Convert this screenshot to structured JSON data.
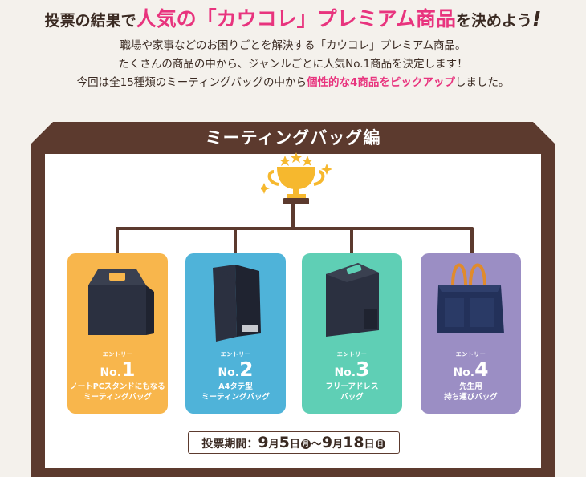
{
  "headline": {
    "part1": "投票の結果で",
    "highlight": "人気の「カウコレ」プレミアム商品",
    "part2": "を決めよう",
    "exclaim": "!"
  },
  "intro": {
    "line1": "職場や家事などのお困りごとを解決する「カウコレ」プレミアム商品。",
    "line2": "たくさんの商品の中から、ジャンルごとに人気No.1商品を決定します！",
    "line3_pre": "今回は全15種類のミーティングバッグの中から",
    "line3_highlight": "個性的な4商品をピックアップ",
    "line3_post": "しました。"
  },
  "section": {
    "title": "ミーティングバッグ編"
  },
  "icons": {
    "trophy": "trophy-icon"
  },
  "colors": {
    "brand_brown": "#5c3a2e",
    "accent_pink": "#e8347e",
    "card1": "#f8b64c",
    "card2": "#4fb3d9",
    "card3": "#5fcfb5",
    "card4": "#9b8ec4"
  },
  "entries": [
    {
      "entry_label": "エントリー",
      "no_prefix": "No.",
      "number": "1",
      "name_line1": "ノートPCスタンドにもなる",
      "name_line2": "ミーティングバッグ"
    },
    {
      "entry_label": "エントリー",
      "no_prefix": "No.",
      "number": "2",
      "name_line1": "A4タテ型",
      "name_line2": "ミーティングバッグ"
    },
    {
      "entry_label": "エントリー",
      "no_prefix": "No.",
      "number": "3",
      "name_line1": "フリーアドレス",
      "name_line2": "バッグ"
    },
    {
      "entry_label": "エントリー",
      "no_prefix": "No.",
      "number": "4",
      "name_line1": "先生用",
      "name_line2": "持ち運びバッグ"
    }
  ],
  "vote_period": {
    "label": "投票期間：",
    "start_month": "9",
    "month_unit": "月",
    "start_day": "5",
    "day_unit": "日",
    "start_weekday": "月",
    "separator": "〜",
    "end_month": "9",
    "end_day": "18",
    "end_weekday": "日"
  }
}
